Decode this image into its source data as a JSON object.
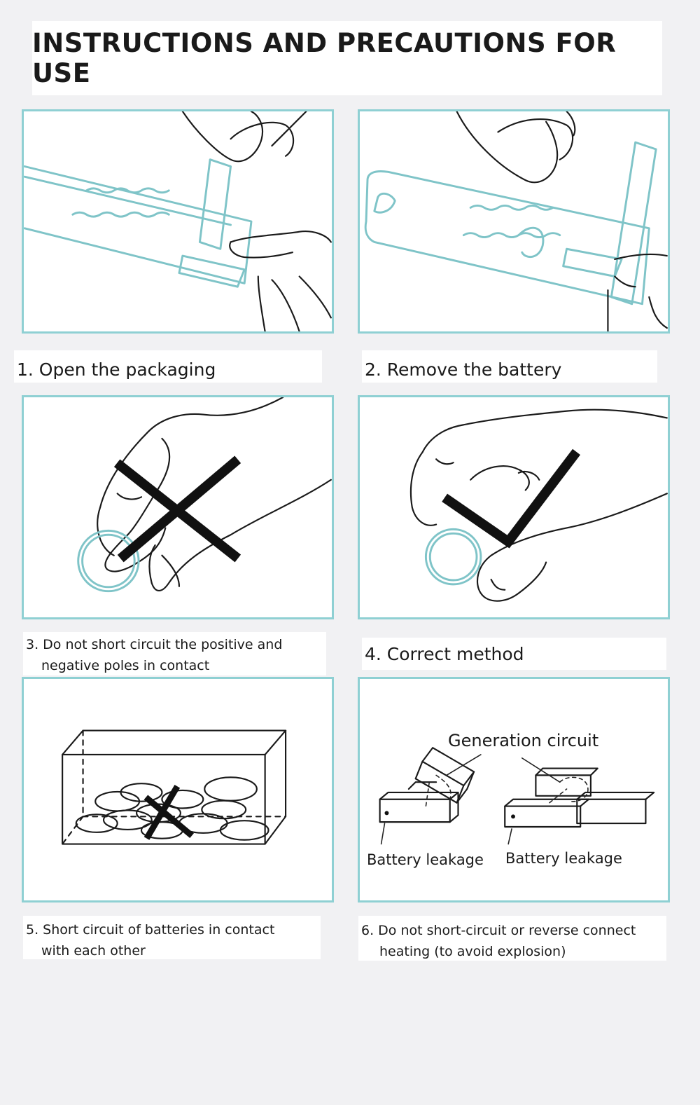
{
  "title": "INSTRUCTIONS AND PRECAUTIONS FOR USE",
  "steps": [
    {
      "caption": "1. Open the packaging",
      "icon": "packaging-tear-illustration"
    },
    {
      "caption": "2. Remove the battery",
      "icon": "battery-remove-illustration"
    },
    {
      "caption_line1": "3. Do not short circuit the positive and",
      "caption_line2": "negative poles in contact",
      "icon": "wrong-grip-cross-illustration"
    },
    {
      "caption": "4. Correct method",
      "icon": "correct-grip-check-illustration"
    },
    {
      "caption_line1": "5. Short circuit of batteries in contact",
      "caption_line2": "with each other",
      "icon": "batteries-in-box-cross-illustration"
    },
    {
      "caption_line1": "6. Do not short-circuit or reverse connect",
      "caption_line2": "heating (to avoid explosion)",
      "icon": "battery-leakage-diagram"
    }
  ],
  "diagram_labels": {
    "generation_circuit": "Generation circuit",
    "battery_leakage_left": "Battery leakage",
    "battery_leakage_right": "Battery leakage"
  },
  "colors": {
    "panel_border": "#8fd0d3",
    "background": "#f1f1f3",
    "mark": "#111111"
  }
}
